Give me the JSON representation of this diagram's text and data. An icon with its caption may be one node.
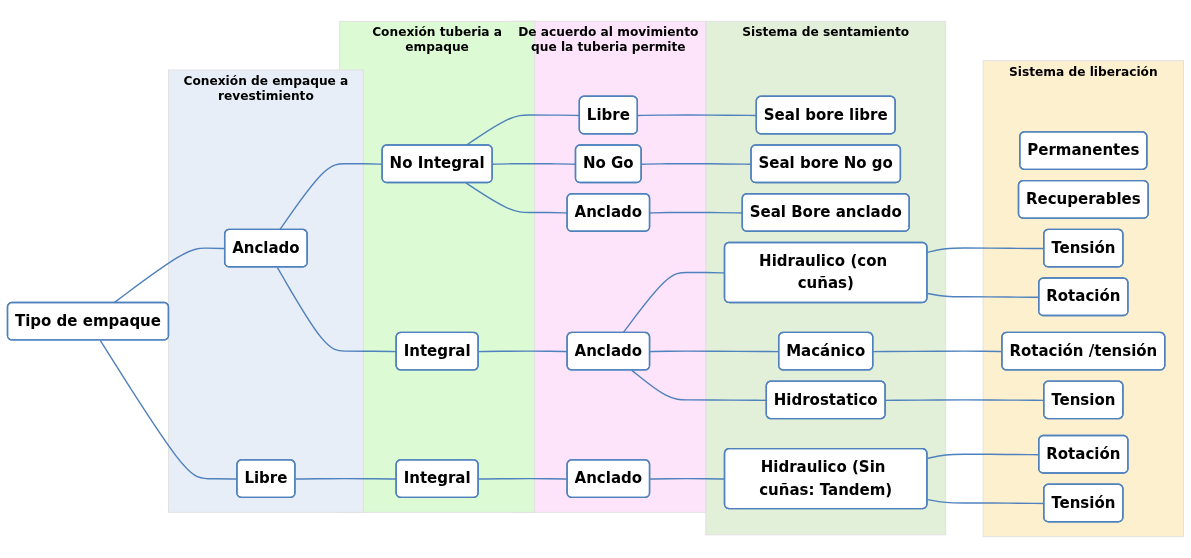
{
  "diagram": {
    "nodes": [
      {
        "text": [
          "Tipo de empaque"
        ]
      },
      {
        "text": [
          "Conexión de empaque a revestimiento"
        ]
      },
      {
        "text": [
          "Anclado"
        ],
        "in": 1
      },
      {
        "text": [
          "Libre"
        ],
        "in": 1
      },
      {
        "text": [
          "Conexión tuberia a empaque"
        ]
      },
      {
        "text": [
          "No Integral"
        ],
        "in": 4
      },
      {
        "text": [
          "Integral"
        ],
        "in": 4
      },
      {
        "text": [
          "Integral"
        ],
        "in": 4
      },
      {
        "text": [
          "De acuerdo al movimiento que la tuberia permite"
        ]
      },
      {
        "text": [
          "Libre"
        ],
        "in": 8
      },
      {
        "text": [
          "No Go"
        ],
        "in": 8
      },
      {
        "text": [
          "Anclado"
        ],
        "in": 8
      },
      {
        "text": [
          "Anclado"
        ],
        "in": 8
      },
      {
        "text": [
          "Anclado"
        ],
        "in": 8
      },
      {
        "text": [
          "Sistema de sentamiento"
        ]
      },
      {
        "text": [
          "Seal bore libre"
        ],
        "in": 14
      },
      {
        "text": [
          "Seal bore No go"
        ],
        "in": 14
      },
      {
        "text": [
          "Seal Bore anclado"
        ],
        "in": 14
      },
      {
        "text": [
          "Hidraulico (con cuñas)"
        ],
        "in": 14
      },
      {
        "text": [
          "Macánico"
        ],
        "in": 14
      },
      {
        "text": [
          "Hidrostatico"
        ],
        "in": 14
      },
      {
        "text": [
          "Hidraulico (Sin cuñas: Tandem)"
        ],
        "in": 14
      },
      {
        "text": [
          "Sistema de liberación"
        ]
      },
      {
        "text": [
          "Permanentes"
        ],
        "in": 22
      },
      {
        "text": [
          "Recuperables"
        ],
        "in": 22
      },
      {
        "text": [
          "Tensión"
        ],
        "in": 22
      },
      {
        "text": [
          "Rotación"
        ],
        "in": 22
      },
      {
        "text": [
          "Rotación /tensión"
        ],
        "in": 22
      },
      {
        "text": [
          "Tension"
        ],
        "in": 22
      },
      {
        "text": [
          "Rotación"
        ],
        "in": 22
      },
      {
        "text": [
          "Tensión"
        ],
        "in": 22
      }
    ],
    "edges": [
      {
        "from": 0,
        "to": 2,
        "arrow": "none"
      },
      {
        "from": 0,
        "to": 3,
        "arrow": "none"
      },
      {
        "from": 2,
        "to": 5,
        "arrow": "none"
      },
      {
        "from": 2,
        "to": 6,
        "arrow": "none"
      },
      {
        "from": 3,
        "to": 7,
        "arrow": "none"
      },
      {
        "from": 5,
        "to": 9,
        "arrow": "none"
      },
      {
        "from": 5,
        "to": 10,
        "arrow": "none"
      },
      {
        "from": 5,
        "to": 11,
        "arrow": "none"
      },
      {
        "from": 6,
        "to": 12,
        "arrow": "none"
      },
      {
        "from": 7,
        "to": 13,
        "arrow": "none"
      },
      {
        "from": 9,
        "to": 15,
        "arrow": "none"
      },
      {
        "from": 10,
        "to": 16,
        "arrow": "none"
      },
      {
        "from": 11,
        "to": 17,
        "arrow": "none"
      },
      {
        "from": 12,
        "to": 18,
        "arrow": "none"
      },
      {
        "from": 12,
        "to": 19,
        "arrow": "none"
      },
      {
        "from": 12,
        "to": 20,
        "arrow": "none"
      },
      {
        "from": 13,
        "to": 21,
        "arrow": "none"
      },
      {
        "from": 18,
        "to": 25,
        "arrow": "none"
      },
      {
        "from": 18,
        "to": 26,
        "arrow": "none"
      },
      {
        "from": 19,
        "to": 27,
        "arrow": "none"
      },
      {
        "from": 20,
        "to": 28,
        "arrow": "none"
      },
      {
        "from": 21,
        "to": 29,
        "arrow": "none"
      },
      {
        "from": 21,
        "to": 30,
        "arrow": "none"
      }
    ]
  }
}
